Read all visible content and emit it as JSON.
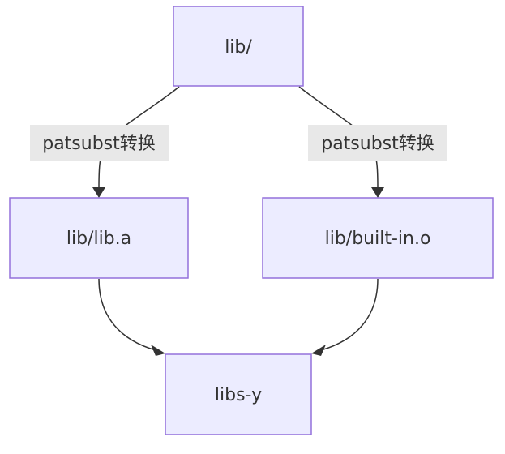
{
  "diagram": {
    "type": "flowchart",
    "direction": "top-down",
    "nodes": {
      "lib_dir": "lib/",
      "lib_a": "lib/lib.a",
      "built_in": "lib/built-in.o",
      "libs_y": "libs-y"
    },
    "edge_labels": {
      "left": "patsubst转换",
      "right": "patsubst转换"
    }
  },
  "colors": {
    "node_fill": "#ECECFF",
    "node_stroke": "#9370DB",
    "edge": "#333333",
    "label_bg": "#E8E8E8",
    "text": "#333333"
  }
}
